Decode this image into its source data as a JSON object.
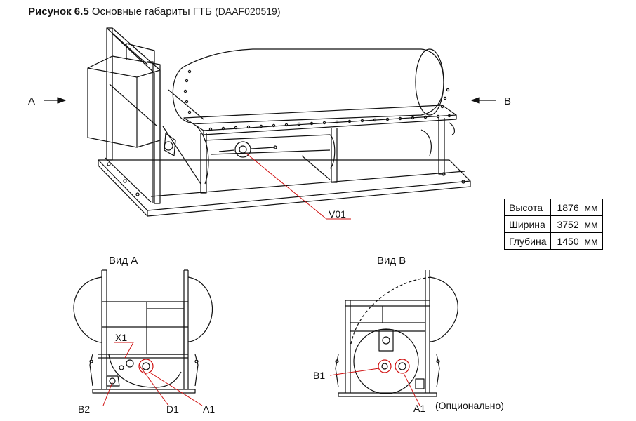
{
  "caption": {
    "figure": "Рисунок 6.5",
    "title": "Основные габариты ГТБ",
    "code": "(DAAF020519)"
  },
  "arrows": {
    "left": "A",
    "right": "B"
  },
  "callouts": {
    "v01": "V01",
    "x1": "X1",
    "b2": "B2",
    "d1": "D1",
    "a1_left": "A1",
    "b1": "B1",
    "a1_right": "A1",
    "optional": "(Опционально)"
  },
  "views": {
    "a": "Вид A",
    "b": "Вид B"
  },
  "dimensions": [
    {
      "label": "Высота",
      "value": "1876",
      "unit": "мм"
    },
    {
      "label": "Ширина",
      "value": "3752",
      "unit": "мм"
    },
    {
      "label": "Глубина",
      "value": "1450",
      "unit": "мм"
    }
  ]
}
